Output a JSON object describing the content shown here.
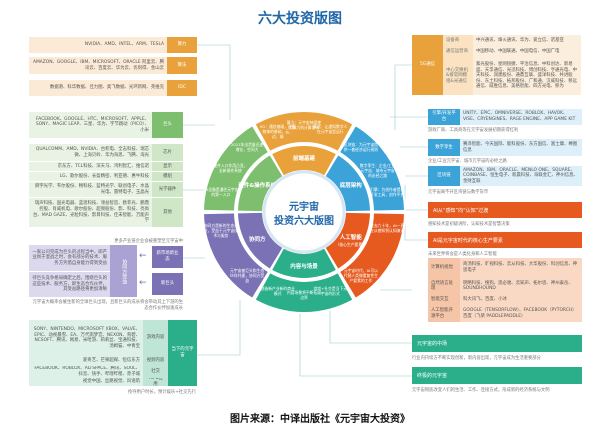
{
  "title": "六大投资版图",
  "source_caption": "图片来源：中译出版社《元宇宙大投资》",
  "colors": {
    "orange": "#E9A23B",
    "blue": "#3BA3D8",
    "red": "#E65A1F",
    "teal": "#2BAF8A",
    "purple": "#7B72B5",
    "green": "#7DBF6E",
    "title": "#1F66A8"
  },
  "center": {
    "line1": "元宇宙",
    "line2": "投资六大版图"
  },
  "ring": [
    {
      "label": "前端基建",
      "color": "#E9A23B",
      "outer": [
        "5G：通信基础，连接物体的基础，云、边、端",
        "算力：元宇宙持续使用算力的计算需求",
        "算法：让虚拟数字人在元宇宙里运行"
      ]
    },
    {
      "label": "底层架构",
      "color": "#3BA3D8",
      "outer": [
        "区块链：为元宇宙提供一套经济运行规则",
        "数字孪生：企业/工业元宇宙、城市元宇宙的必经之路",
        "引擎：为创作者提供开发工具，创作平台"
      ]
    },
    {
      "label": "人工智能",
      "sub": "（核心生产要素）",
      "color": "#E65A1F",
      "outer": [
        "过去六十年，AI一直在从感知到认知演进",
        "元宇宙时代，AI可以代替人类做重复性生产要素的工作"
      ]
    },
    {
      "label": "内容与场景",
      "color": "#2BAF8A",
      "outer": [
        "游戏+社交是当下元宇宙的形式",
        "内容场景将不断拓展边界",
        "创造新产业新的商业模式"
      ]
    },
    {
      "label": "协同方",
      "color": "#7B72B5",
      "outer": [
        "元宇宙被巨头和生态伙伴共建，协同方受益",
        "协同方是新的生态企业，受益于元宇宙技术与服务"
      ]
    },
    {
      "label": "硬件&操作系统",
      "color": "#7DBF6E",
      "outer": [
        "VR设备是通往元宇宙的第一入口",
        "硬件入口作用凸显，全新操作系统",
        "2021年出货量迅速增长，空间大"
      ]
    }
  ],
  "compute": [
    {
      "label": "算力",
      "text": "NVIDIA、AMD、INTEL、ARM、TESLA"
    },
    {
      "label": "算法",
      "text": "AMAZON、GOOGLE、IBM、MICROSOFT、ORACLE 阿里云、腾讯云、百度云、华为云、优刻得、金山云"
    },
    {
      "label": "IDC",
      "text": "数据港、科华数据、佳力图、奥飞数据、光环新网、英维克"
    }
  ],
  "five_g": {
    "label": "5G通信",
    "rows": [
      {
        "label": "设备商",
        "text": "中兴通讯、烽火通讯、华为、爱立信、诺基亚"
      },
      {
        "label": "通信运营商",
        "text": "中国移动、中国联通、中国电信、中国广电"
      },
      {
        "label": "中心交换机&接软网模组&光通信",
        "text": "紫光股份、星网锐捷、平治信息、中科创达、新易盛、天孚通信、光迅科技、博创科技、亨通光电、中天科技、润建股份、通鼎互联、盛洋科技、共进股份、东土科技、拓邦股份、广和通、汉威科技、移远通信、威胜信息、美格智能、四方光电、移为"
      }
    ]
  },
  "hardware": {
    "giants": {
      "label": "巨头",
      "text": "FACEBOOK、GOOGLE、HTC、MICROSOFT、APPLE、SONY、MAGIC LEAP、三星、华为、字节跳动（PICO）、小米"
    },
    "rows": [
      {
        "label": "芯片",
        "text": "QUALCOMM、AMD、NVIDIA、台积电、全志科技、瑞芯微、上海贝岭、华为海思、飞腾、海光"
      },
      {
        "label": "显示",
        "text": "京东方、TCL科技、深天马、鸿利智汇、维信诺"
      },
      {
        "label": "模组",
        "text": "LG、歌尔股份、长盈精密、利亚德、惠牛科技"
      },
      {
        "label": "光学器件",
        "text": "舜宇光学、韦尔股份、畅科技、蓝特光学、联创电子、水晶光电、雷特电子、玉晶光"
      },
      {
        "label": "其他",
        "text": "瑞声科技、国光电器、蓝思科技、领益智造、欧菲光、鹏鼎控股、肖威机电、歌尔股份、超频股份、影、科技、亮尚台、MAD GAZE、光粒科技、影目科技、佳未智能、万能声学"
      }
    ]
  },
  "collab": {
    "caption_top": "更多产业链企业会被重塑至元宇宙中",
    "label": "协同方受益",
    "texts": [
      "一家公司完成为巨头的过程当中，即产业尚于混战之时，会有部分的技术、服务方凭借自身能力得到受益",
      "待巨头竞争格局确定之后，围绕巨头的这些技术、服务方，即生态合作伙伴，其受益路径将更加清晰"
    ],
    "boxes": [
      "新市场新业态",
      "新巨头"
    ],
    "caption_bottom": "元宇宙大概率会催生新的全球巨头出现，且新巨头的成长将会带动其上下游的生态合作伙伴加速成长"
  },
  "content_left": {
    "label": "当下的元宇宙",
    "rows": [
      {
        "label": "游戏内容",
        "text": "SONY、NINTENDO、MICROSOFT XBOX、VALVE、EPIC、动视暴雪、EA、万代南梦宫、NEXON、育碧、NCSOFT、腾讯、网易、米哈游、莉莉丝、宝通科技、汤姆猫、中青宝"
      },
      {
        "label": "视频内容",
        "text": "爱奇艺、芒果超媒、恒信东方"
      },
      {
        "label": "社交",
        "text": "FACEBOOK、ROBLOX、ALTSPACE、腾讯、SOUL、抖音、快手、哔哩哔哩、赤子城"
      },
      {
        "label": "TO B应用",
        "text": "视觉中国、丝路视觉、风语筑"
      }
    ],
    "caption": "抢夺用户时长，预计娱乐+社交先行"
  },
  "infra": [
    {
      "label": "引擎/开发平台",
      "text": "UNITY、EPIC、OMNIVERSE、ROBLOX、HAVOK、VISE、CRYENGINES、RAGE ENGINE、APP GAME KIT",
      "caption": "游戏厂商、工具商等在元宇宙发展初期获得红利"
    },
    {
      "label": "数字孪生",
      "text": "赛泽智能、今天国际、能科股份、东方国信、富士康、棒图信息",
      "caption": "企业/工业元宇宙、城市元宇宙的必经之路"
    },
    {
      "label": "区块链",
      "text": "AMAZON、IBM、ORACLE、MENLO ONE、SQUARE、COINBASE、恒生电子、新晨科技、海联金汇、神州信息、金财互联",
      "caption": "元宇宙离不开区块链与数字货币"
    }
  ],
  "ai": {
    "bar1": "AI从“感知”向“认知”过渡",
    "caption1": "感知技术是初级进阶，认知技术是智慧决策",
    "bar2": "AI是元宇宙时代的核心生产要素",
    "caption2": "未来世界将会是人类化身和人工智能",
    "rows": [
      {
        "label": "计算机视觉",
        "text": "商汤科技、旷视科技、云从科技、大华股份、科创信息、神思电子"
      },
      {
        "label": "自然语言处理",
        "text": "明略科技、搜狗、思必驰、云知声、拓尔思、神州泰岳、SOUNDHOUND"
      },
      {
        "label": "智能交互",
        "text": "科大讯飞、百度、小冰"
      },
      {
        "label": "人工智能开源平台",
        "text": "GOOGLE（TENSORFLOW）、FACEBOOK（PYTORCH）百度（飞桨 PADDLEPADDLE）"
      }
    ]
  },
  "content_right": [
    {
      "bar": "元宇宙的中场",
      "caption": "行业内持续方不断实现创新，新内容出现，元宇宙成为生活重要部分"
    },
    {
      "bar": "终极的元宇宙",
      "caption": "元宇宙彻底改变人们的生活、工作、连接方式，形成新的经济系统与文明"
    }
  ]
}
